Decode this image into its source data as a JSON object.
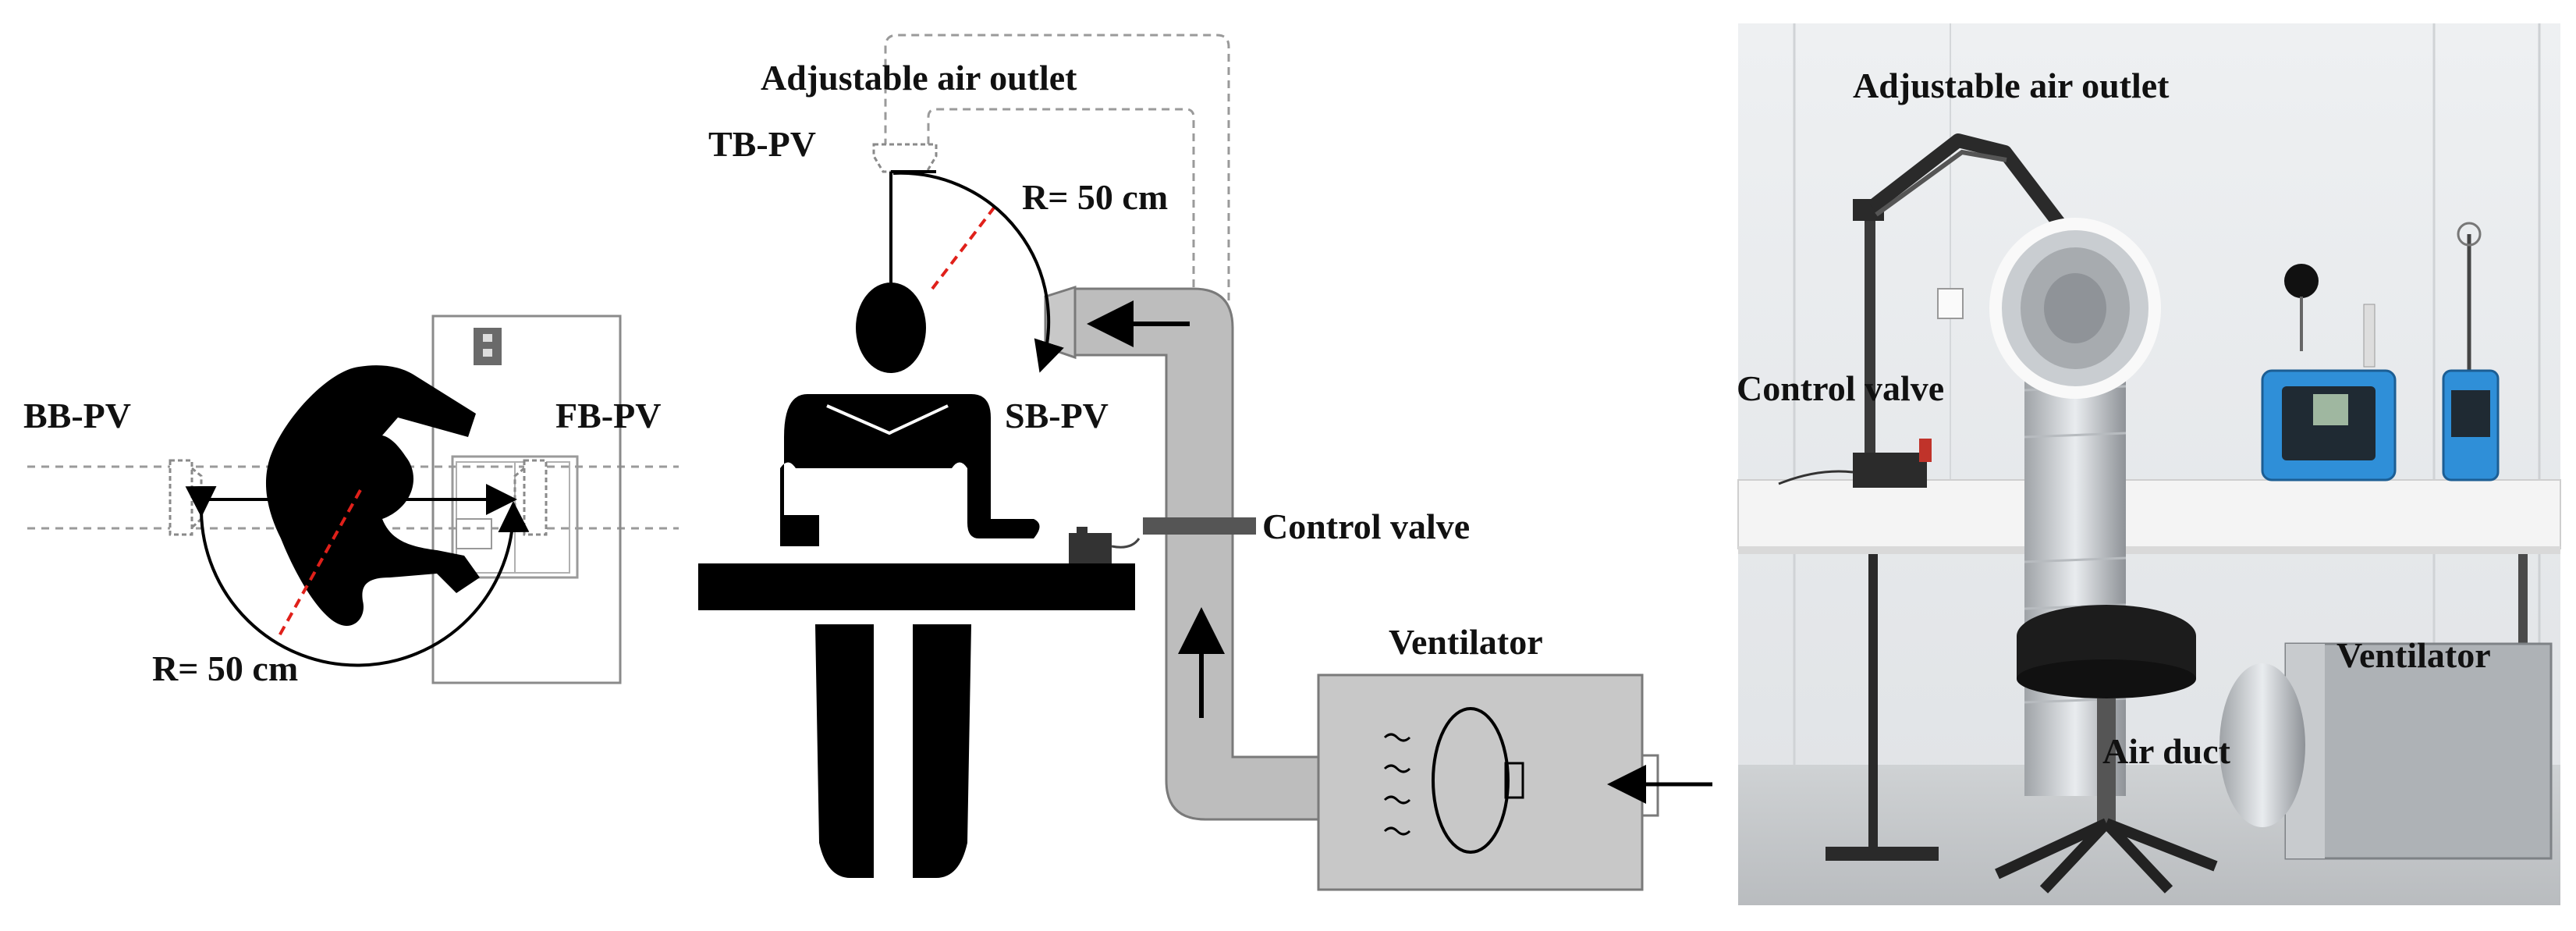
{
  "left_panel": {
    "labels": {
      "bb_pv": "BB-PV",
      "fb_pv": "FB-PV",
      "radius": "R= 50 cm"
    }
  },
  "middle_panel": {
    "labels": {
      "adjustable_outlet": "Adjustable air outlet",
      "tb_pv": "TB-PV",
      "radius": "R= 50 cm",
      "sb_pv": "SB-PV",
      "control_valve": "Control valve",
      "ventilator": "Ventilator"
    }
  },
  "photo_panel": {
    "labels": {
      "adjustable_outlet": "Adjustable air outlet",
      "control_valve": "Control valve",
      "ventilator": "Ventilator",
      "air_duct": "Air duct"
    }
  },
  "colors": {
    "silhouette": "#000000",
    "duct": "#bdbdbd",
    "duct_stroke": "#7a7a7a",
    "radius_line": "#e0201a",
    "dashed": "#9a9a9a",
    "ventilator_box": "#c8c8c8",
    "photo_wall": "#e6e8ea",
    "photo_table": "#f4f4f4",
    "device_blue": "#2f8fd8"
  }
}
